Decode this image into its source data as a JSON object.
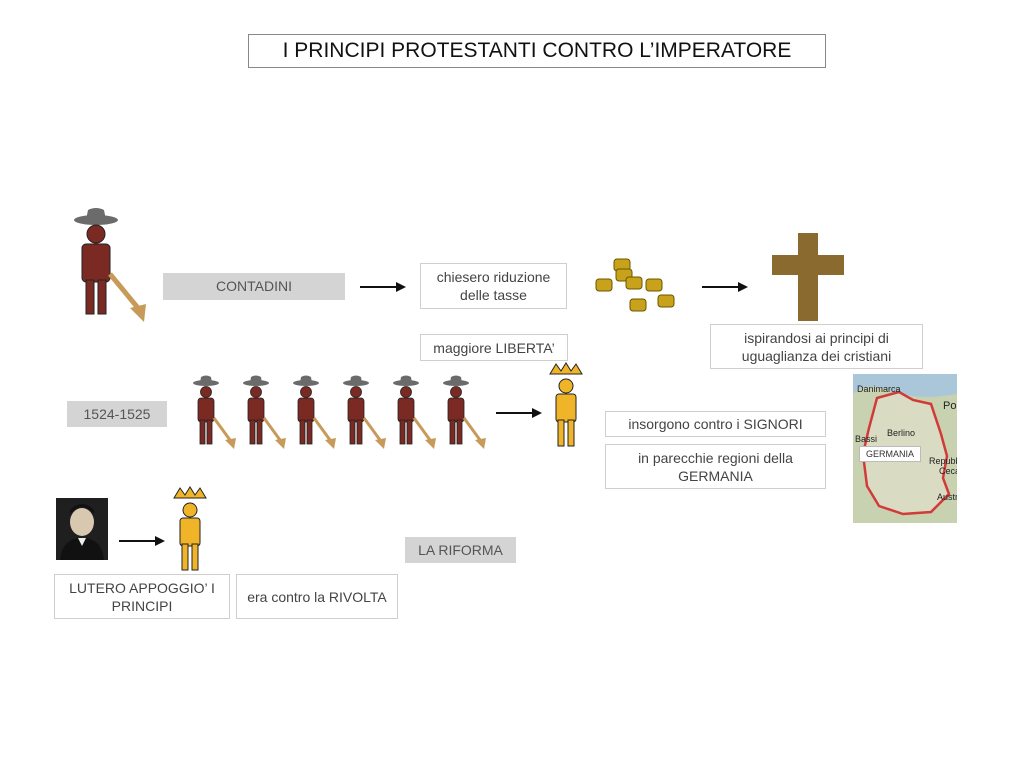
{
  "title": "I PRINCIPI PROTESTANTI CONTRO L’IMPERATORE",
  "labels": {
    "contadini": "CONTADINI",
    "chiesero": "chiesero riduzione delle tasse",
    "liberta": "maggiore LIBERTA’",
    "ispirandosi": "ispirandosi ai principi di uguaglianza dei cristiani",
    "years": "1524-1525",
    "insorgono": "insorgono contro i SIGNORI",
    "regioni": "in parecchie regioni della GERMANIA",
    "riforma": "LA RIFORMA",
    "lutero": "LUTERO APPOGGIO’ I PRINCIPI",
    "contro_rivolta": "era contro la RIVOLTA"
  },
  "map": {
    "danimarca": "Danimarca",
    "po": "Po",
    "berlino": "Berlino",
    "bassi": "Bassi",
    "germania": "GERMANIA",
    "repubb": "Repubb",
    "ceca": "Ceca",
    "austri": "Austri"
  },
  "colors": {
    "peasant": "#7a2a22",
    "hat": "#6b6b6b",
    "tool": "#c89a5a",
    "prince": "#f0b429",
    "crown": "#f0b429",
    "cross": "#8a6a2e",
    "coin": "#c8a21a"
  },
  "icons": {
    "peasant": "peasant-icon",
    "prince": "prince-icon",
    "coins": "coins-icon",
    "cross": "cross-icon",
    "luther": "luther-portrait",
    "map": "germany-map"
  }
}
